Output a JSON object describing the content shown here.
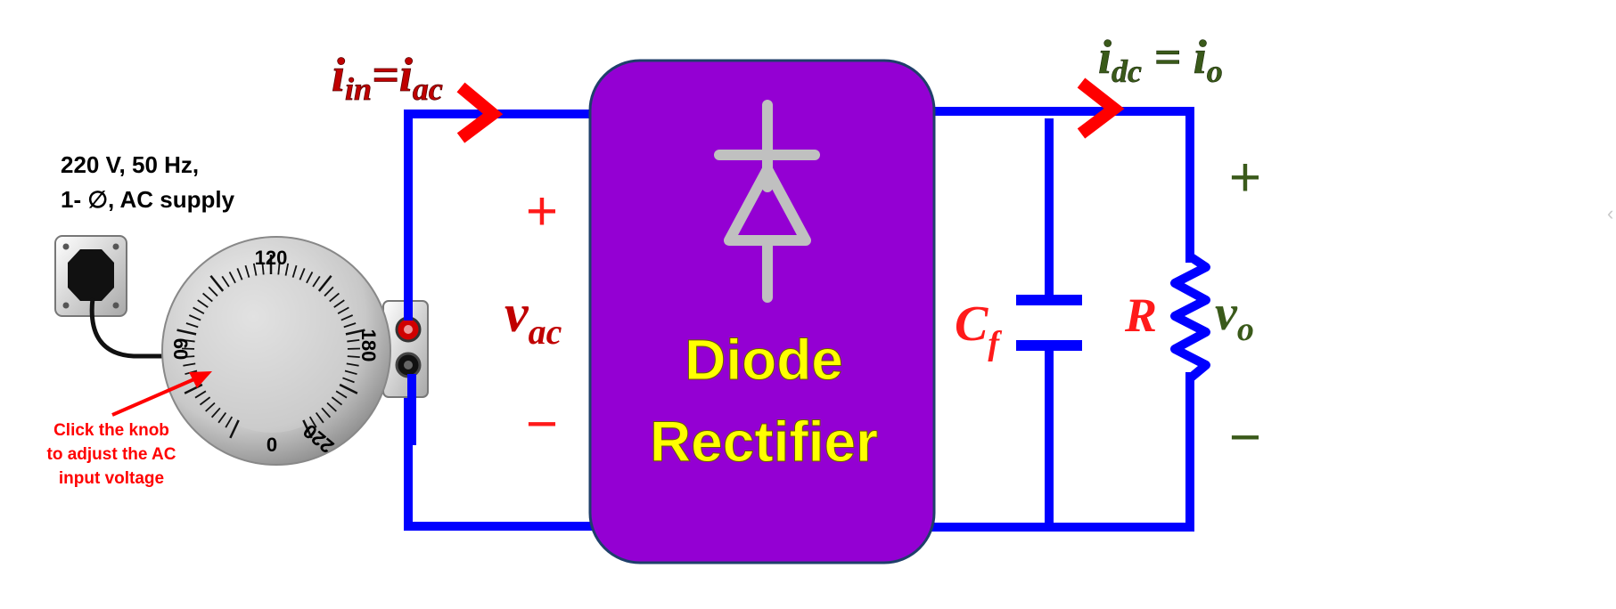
{
  "supply": {
    "line1": "220 V, 50 Hz,",
    "line2": "1- ∅, AC supply"
  },
  "knob": {
    "ticks": [
      "120",
      "180",
      "220",
      "0",
      "60"
    ],
    "hint_lines": [
      "Click the knob",
      "to adjust the AC",
      "input voltage"
    ]
  },
  "labels": {
    "i_in": {
      "base": "i",
      "sub": "in"
    },
    "eq_in": "=",
    "i_ac": {
      "base": "i",
      "sub": "ac"
    },
    "i_dc": {
      "base": "i",
      "sub": "dc"
    },
    "eq_dc": " = ",
    "i_o": {
      "base": "i",
      "sub": "o"
    },
    "v_ac": {
      "base": "v",
      "sub": "ac"
    },
    "v_o": {
      "base": "v",
      "sub": "o"
    },
    "cap": {
      "base": "C",
      "sub": "f"
    },
    "res": "R",
    "plus": "+",
    "minus": "−"
  },
  "rectifier": {
    "line1": "Diode",
    "line2": "Rectifier"
  },
  "colors": {
    "wire": "#0000ff",
    "rectifier_fill": "#9400d3",
    "rectifier_text": "#ffff00",
    "input_label": "#c00000",
    "output_label": "#3a5a1a",
    "arrow": "#ff0000",
    "hint": "#ff0000"
  },
  "icons": [
    "power-outlet-icon",
    "diode-symbol-icon",
    "capacitor-symbol",
    "resistor-symbol",
    "current-arrow-icon"
  ]
}
